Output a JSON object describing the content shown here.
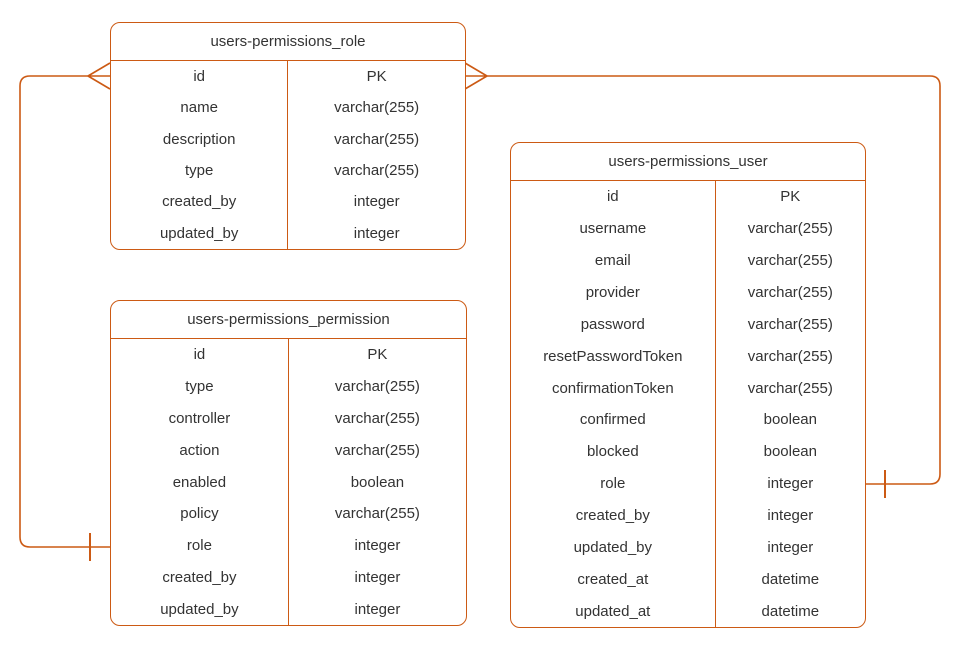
{
  "colors": {
    "accent": "#CC5A14",
    "text": "#333333",
    "background": "#FFFFFF"
  },
  "tables": [
    {
      "title": "users-permissions_role",
      "rows": [
        {
          "field": "id",
          "type": "PK"
        },
        {
          "field": "name",
          "type": "varchar(255)"
        },
        {
          "field": "description",
          "type": "varchar(255)"
        },
        {
          "field": "type",
          "type": "varchar(255)"
        },
        {
          "field": "created_by",
          "type": "integer"
        },
        {
          "field": "updated_by",
          "type": "integer"
        }
      ]
    },
    {
      "title": "users-permissions_permission",
      "rows": [
        {
          "field": "id",
          "type": "PK"
        },
        {
          "field": "type",
          "type": "varchar(255)"
        },
        {
          "field": "controller",
          "type": "varchar(255)"
        },
        {
          "field": "action",
          "type": "varchar(255)"
        },
        {
          "field": "enabled",
          "type": "boolean"
        },
        {
          "field": "policy",
          "type": "varchar(255)"
        },
        {
          "field": "role",
          "type": "integer"
        },
        {
          "field": "created_by",
          "type": "integer"
        },
        {
          "field": "updated_by",
          "type": "integer"
        }
      ]
    },
    {
      "title": "users-permissions_user",
      "rows": [
        {
          "field": "id",
          "type": "PK"
        },
        {
          "field": "username",
          "type": "varchar(255)"
        },
        {
          "field": "email",
          "type": "varchar(255)"
        },
        {
          "field": "provider",
          "type": "varchar(255)"
        },
        {
          "field": "password",
          "type": "varchar(255)"
        },
        {
          "field": "resetPasswordToken",
          "type": "varchar(255)"
        },
        {
          "field": "confirmationToken",
          "type": "varchar(255)"
        },
        {
          "field": "confirmed",
          "type": "boolean"
        },
        {
          "field": "blocked",
          "type": "boolean"
        },
        {
          "field": "role",
          "type": "integer"
        },
        {
          "field": "created_by",
          "type": "integer"
        },
        {
          "field": "updated_by",
          "type": "integer"
        },
        {
          "field": "created_at",
          "type": "datetime"
        },
        {
          "field": "updated_at",
          "type": "datetime"
        }
      ]
    }
  ],
  "relationships": [
    {
      "end_a": {
        "table": "users-permissions_role",
        "field": "id",
        "symbol": "many (crow's foot)"
      },
      "end_b": {
        "table": "users-permissions_permission",
        "field": "role",
        "symbol": "one (tick)"
      }
    },
    {
      "end_a": {
        "table": "users-permissions_role",
        "field": "id",
        "symbol": "many (crow's foot)"
      },
      "end_b": {
        "table": "users-permissions_user",
        "field": "role",
        "symbol": "one (tick)"
      }
    }
  ]
}
